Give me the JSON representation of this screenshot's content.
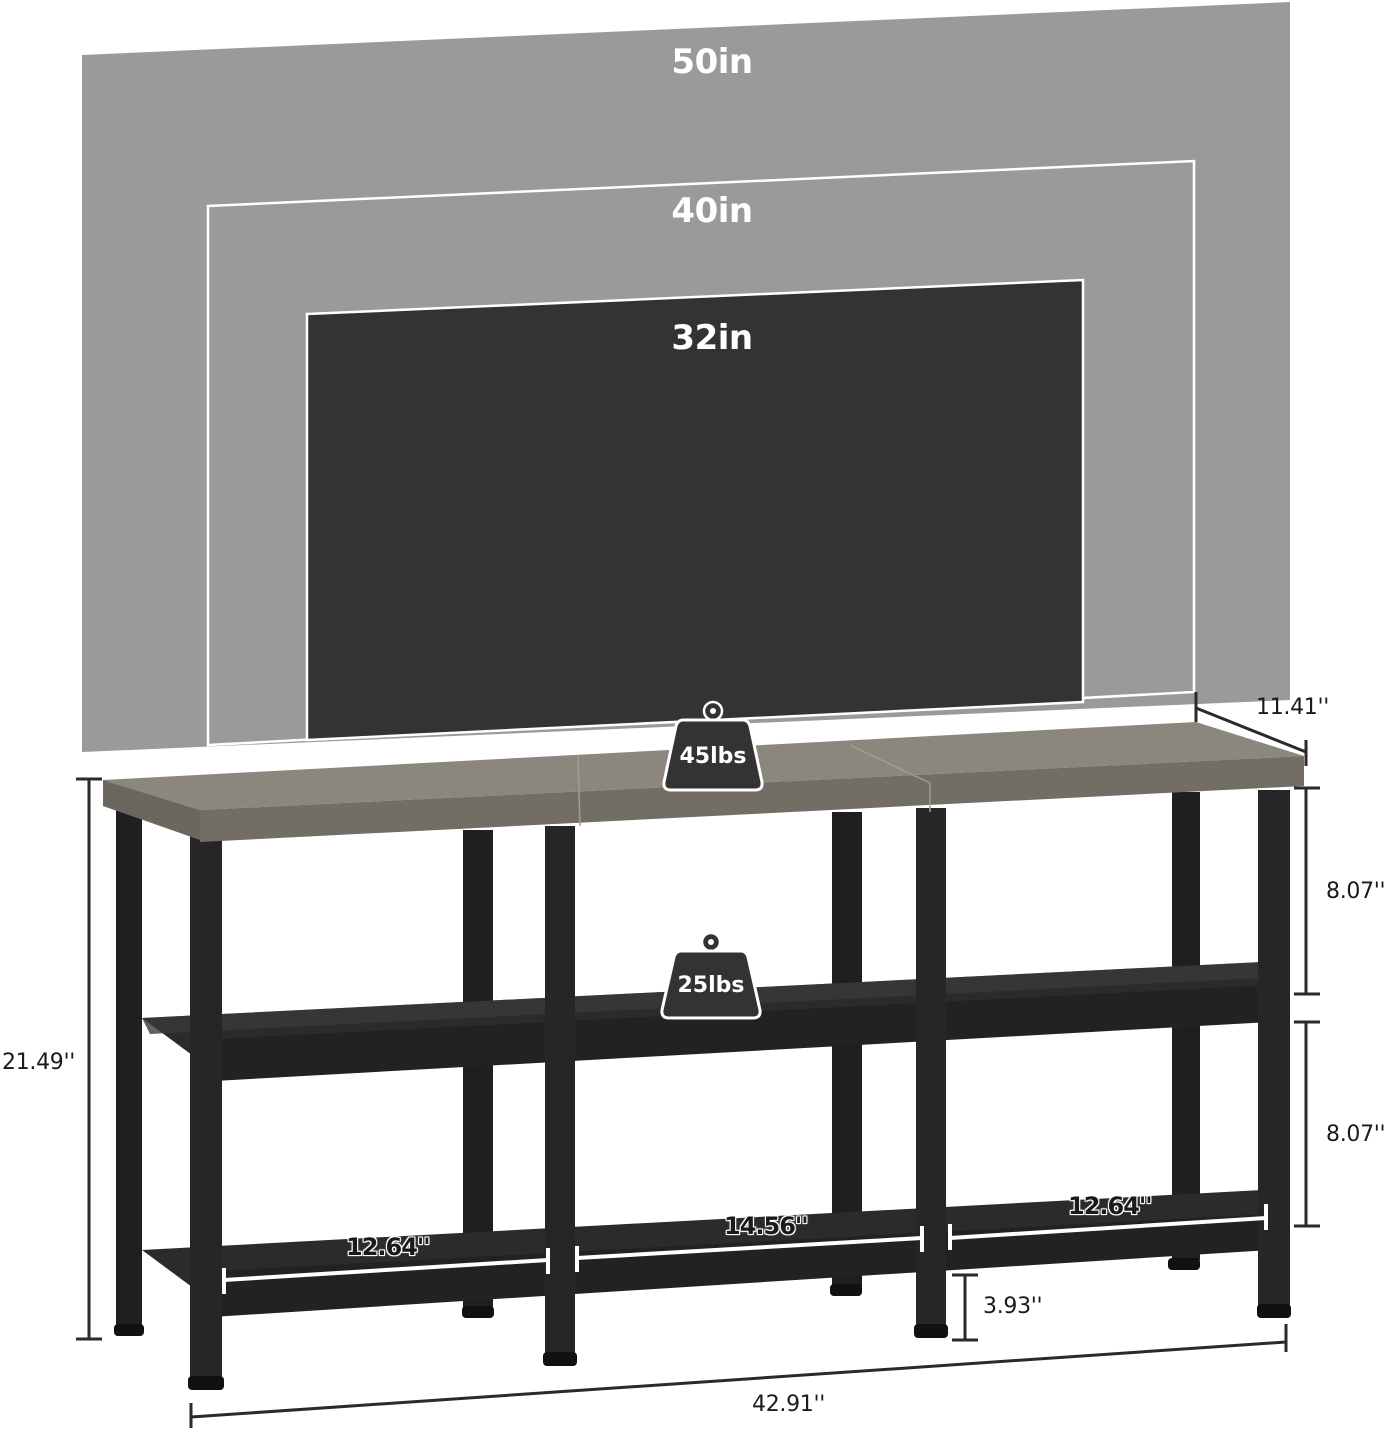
{
  "tv_sizes": [
    {
      "label": "50in",
      "fill": "#9a9a9a"
    },
    {
      "label": "40in",
      "fill": "#9a9a9a"
    },
    {
      "label": "32in",
      "fill": "#333333"
    }
  ],
  "weight_capacity": {
    "top_shelf": "45lbs",
    "middle_shelf": "25lbs"
  },
  "dimensions": {
    "depth": "11.41''",
    "total_height": "21.49''",
    "upper_shelf_clearance": "8.07''",
    "lower_shelf_clearance": "8.07''",
    "ground_clearance": "3.93''",
    "total_width": "42.91''",
    "left_shelf_width": "12.64''",
    "middle_shelf_width": "14.56''",
    "right_shelf_width": "12.64''"
  },
  "colors": {
    "frame": "#1f1f1f",
    "tabletop": "#8a857c",
    "tabletop_edge": "#6e6a62",
    "dimension_line": "#2a2a2a",
    "badge": "#333333"
  }
}
